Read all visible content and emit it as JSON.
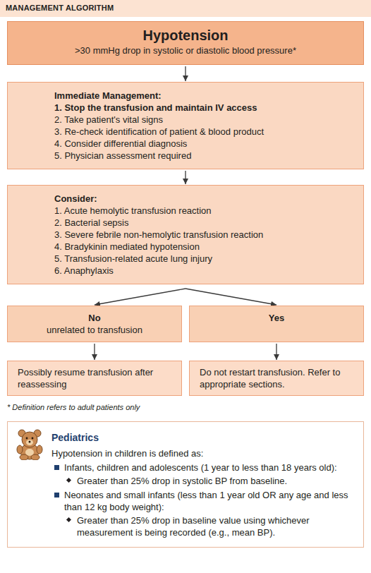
{
  "diagram": {
    "title": "MANAGEMENT ALGORITHM",
    "nodes": [
      {
        "text": [
          "Hypotension",
          ">30 mmHg drop in systolic or diastolic blood pressure*"
        ]
      },
      {
        "text": [
          "Immediate Management:",
          "1. Stop the transfusion and maintain IV access",
          "2. Take patient's vital signs",
          "3. Re-check identification of patient & blood product",
          "4. Consider differential diagnosis",
          "5. Physician assessment required"
        ]
      },
      {
        "text": [
          "Consider:",
          "1. Acute hemolytic transfusion reaction",
          "2. Bacterial sepsis",
          "3. Severe febrile non-hemolytic transfusion reaction",
          "4. Bradykinin mediated hypotension",
          "5. Transfusion-related acute lung injury",
          "6. Anaphylaxis"
        ]
      },
      {
        "text": [
          "No",
          "unrelated to transfusion"
        ]
      },
      {
        "text": [
          "Yes"
        ]
      },
      {
        "text": [
          "Possibly resume transfusion after reassessing"
        ]
      },
      {
        "text": [
          "Do not restart transfusion. Refer to appropriate sections."
        ]
      },
      {
        "text": [
          "Pediatrics",
          "Hypotension in children is defined as:",
          "Infants, children and adolescents (1 year to less than 18 years old):",
          "Greater than 25% drop in systolic BP from baseline.",
          "Neonates and small infants (less than 1 year old OR any age and less than 12 kg body weight):",
          "Greater than 25% drop in baseline value using whichever measurement is being recorded (e.g., mean BP)."
        ]
      }
    ],
    "edges": [
      {
        "from": 0,
        "to": 1,
        "arrow": "to"
      },
      {
        "from": 1,
        "to": 2,
        "arrow": "to"
      },
      {
        "from": 2,
        "to": 3,
        "arrow": "to"
      },
      {
        "from": 2,
        "to": 4,
        "arrow": "to"
      },
      {
        "from": 3,
        "to": 5,
        "arrow": "to"
      },
      {
        "from": 4,
        "to": 6,
        "arrow": "to"
      }
    ],
    "labels": [
      "* Definition refers to adult patients only"
    ]
  }
}
